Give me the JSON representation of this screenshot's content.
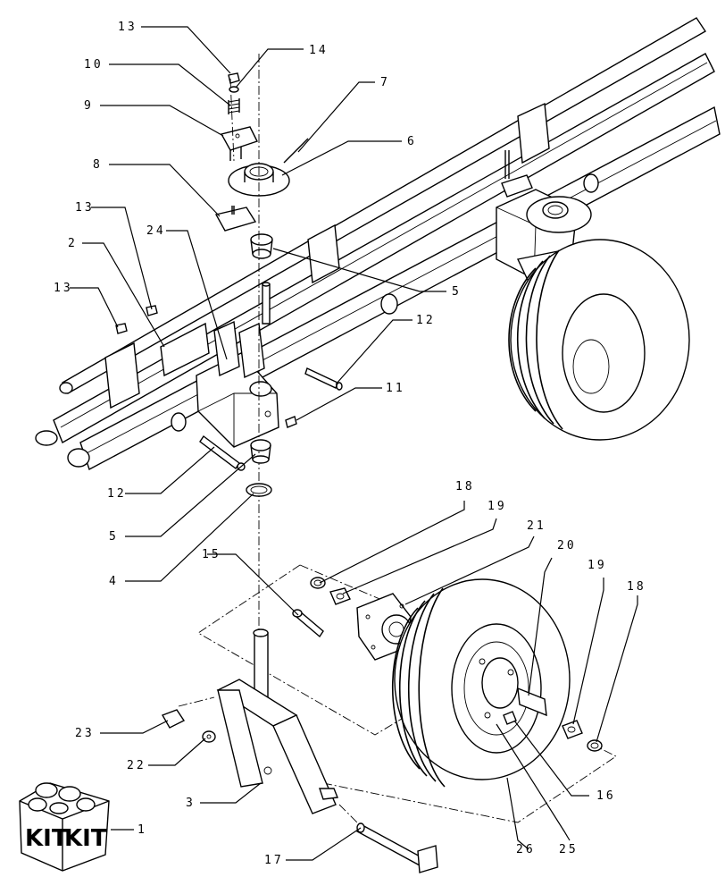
{
  "callouts": {
    "c1": "1",
    "c2": "2",
    "c3": "3",
    "c4": "4",
    "c5a": "5",
    "c5b": "5",
    "c6": "6",
    "c7": "7",
    "c8": "8",
    "c9": "9",
    "c10": "10",
    "c11": "11",
    "c12a": "12",
    "c12b": "12",
    "c13a": "13",
    "c13b": "13",
    "c13c": "13",
    "c14": "14",
    "c15": "15",
    "c16": "16",
    "c17": "17",
    "c18a": "18",
    "c18b": "18",
    "c19a": "19",
    "c19b": "19",
    "c20": "20",
    "c21": "21",
    "c22": "22",
    "c23": "23",
    "c24": "24",
    "c25": "25",
    "c26": "26"
  },
  "kit": {
    "left": "KIT",
    "right": "KIT"
  }
}
